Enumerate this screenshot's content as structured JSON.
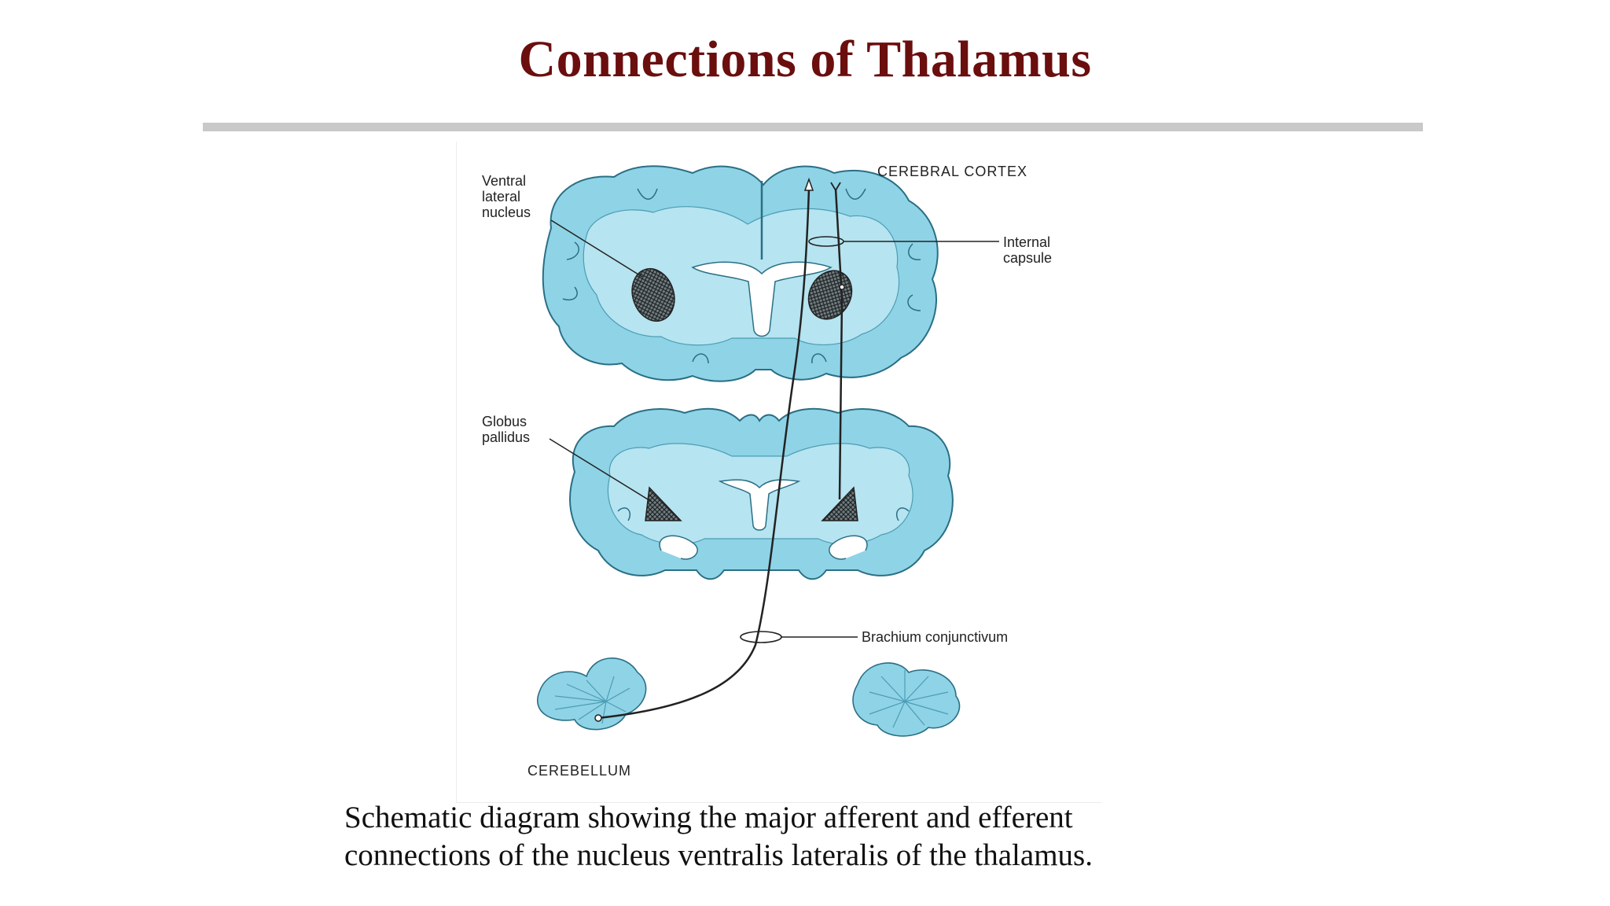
{
  "slide": {
    "title": "Connections of Thalamus"
  },
  "figure": {
    "labels": {
      "ventral_lateral_nucleus": [
        "Ventral",
        "lateral",
        "nucleus"
      ],
      "cerebral_cortex": "CEREBRAL CORTEX",
      "internal_capsule": [
        "Internal",
        "capsule"
      ],
      "globus_pallidus": [
        "Globus",
        "pallidus"
      ],
      "brachium_conjunctivum": "Brachium conjunctivum",
      "cerebellum": "CEREBELLUM"
    },
    "colors": {
      "cortex_blue": "#8fd3e6",
      "white_matter_blue": "#b6e4f0",
      "outline": "#2a6f85",
      "ventricle": "#ffffff",
      "nucleus_hatch": "#333333"
    }
  },
  "caption": {
    "line1": "Schematic diagram showing the major afferent and efferent",
    "line2": "connections of the nucleus ventralis lateralis of the thalamus."
  }
}
